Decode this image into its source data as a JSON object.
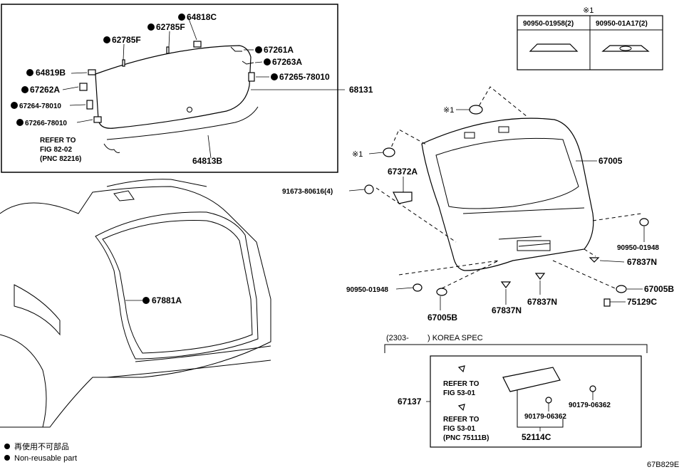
{
  "symbol_note": "※1",
  "symbol_ref": "※1",
  "dot_marker": "●",
  "legend": {
    "line1": "再使用不可部品",
    "line2": "Non-reusable part"
  },
  "figure_code": "67B829E",
  "inset_table": {
    "header": "※1",
    "col1": "90950-01958(2)",
    "col2": "90950-01A17(2)"
  },
  "glass_box": {
    "labels": {
      "p64818C": "64818C",
      "p62785F_a": "62785F",
      "p62785F_b": "62785F",
      "p67261A": "67261A",
      "p64819B": "64819B",
      "p67263A": "67263A",
      "p67265": "67265-78010",
      "p67262A": "67262A",
      "p68131": "68131",
      "p67264": "67264-78010",
      "p67266": "67266-78010",
      "p64813B": "64813B"
    },
    "refer": {
      "line1": "REFER TO",
      "line2": "FIG 82-02",
      "line3": "(PNC 82216)"
    }
  },
  "parts": {
    "p67005": "67005",
    "p67372A": "67372A",
    "p91673": "91673-80616(4)",
    "p90950_01948_r": "90950-01948",
    "p67837N_r": "67837N",
    "p67005B_r": "67005B",
    "p75129C": "75129C",
    "p90950_01948_l": "90950-01948",
    "p67005B_l": "67005B",
    "p67837N_a": "67837N",
    "p67837N_b": "67837N",
    "p67881A": "67881A"
  },
  "korea": {
    "header_left": "(2303-",
    "header_right": ") KOREA SPEC",
    "p67137": "67137",
    "refer1": {
      "line1": "REFER TO",
      "line2": "FIG 53-01"
    },
    "refer2": {
      "line1": "REFER TO",
      "line2": "FIG 53-01",
      "line3": "(PNC 75111B)"
    },
    "p90179_a": "90179-06362",
    "p90179_b": "90179-06362",
    "p52114C": "52114C"
  }
}
